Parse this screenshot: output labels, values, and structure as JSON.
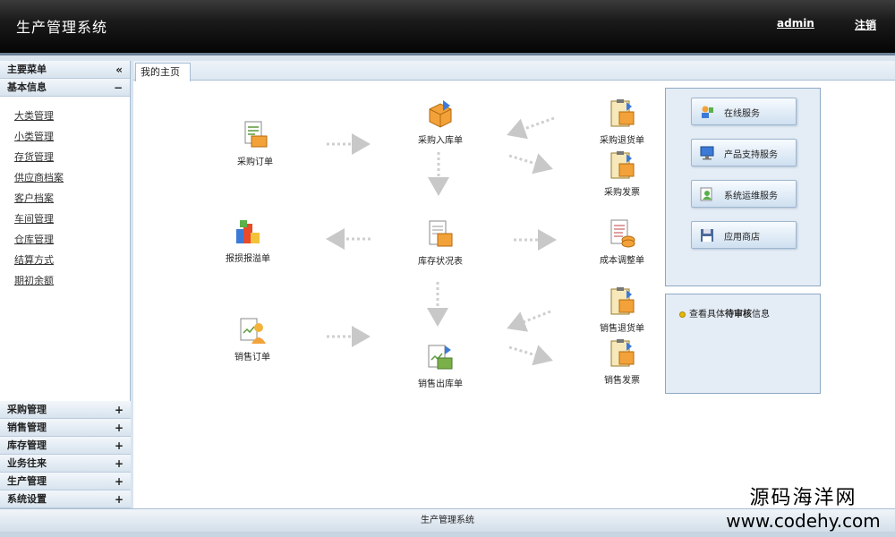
{
  "header": {
    "title": "生产管理系统",
    "user": "admin",
    "logout": "注销"
  },
  "sidebar": {
    "main_menu": "主要菜单",
    "collapse_glyph": "«",
    "basic_info": {
      "label": "基本信息",
      "toggle": "−",
      "items": [
        "大类管理",
        "小类管理",
        "存货管理",
        "供应商档案",
        "客户档案",
        "车间管理",
        "仓库管理",
        "结算方式",
        "期初余额"
      ]
    },
    "groups": [
      {
        "label": "采购管理",
        "toggle": "+"
      },
      {
        "label": "销售管理",
        "toggle": "+"
      },
      {
        "label": "库存管理",
        "toggle": "+"
      },
      {
        "label": "业务往来",
        "toggle": "+"
      },
      {
        "label": "生产管理",
        "toggle": "+"
      },
      {
        "label": "系统设置",
        "toggle": "+"
      }
    ]
  },
  "tab": {
    "label": "我的主页"
  },
  "flow": {
    "purchase_order": "采购订单",
    "purchase_in": "采购入库单",
    "purchase_return": "采购退货单",
    "purchase_invoice": "采购发票",
    "damage": "报损报溢单",
    "inventory": "库存状况表",
    "cost_adjust": "成本调整单",
    "sales_order": "销售订单",
    "sales_out": "销售出库单",
    "sales_return": "销售退货单",
    "sales_invoice": "销售发票"
  },
  "services": [
    {
      "label": "在线服务",
      "icon": "online-service-icon"
    },
    {
      "label": "产品支持服务",
      "icon": "monitor-icon"
    },
    {
      "label": "系统运维服务",
      "icon": "user-settings-icon"
    },
    {
      "label": "应用商店",
      "icon": "save-disk-icon"
    }
  ],
  "notice": {
    "prefix": "查看具体",
    "bold": "待审核",
    "suffix": "信息"
  },
  "footer": {
    "text": "生产管理系统"
  },
  "watermark": {
    "line1": "源码海洋网",
    "line2": "www.codehy.com"
  },
  "colors": {
    "header_bg": "#111111",
    "panel_bg": "#e4ecf5",
    "accent": "#e6b800"
  }
}
